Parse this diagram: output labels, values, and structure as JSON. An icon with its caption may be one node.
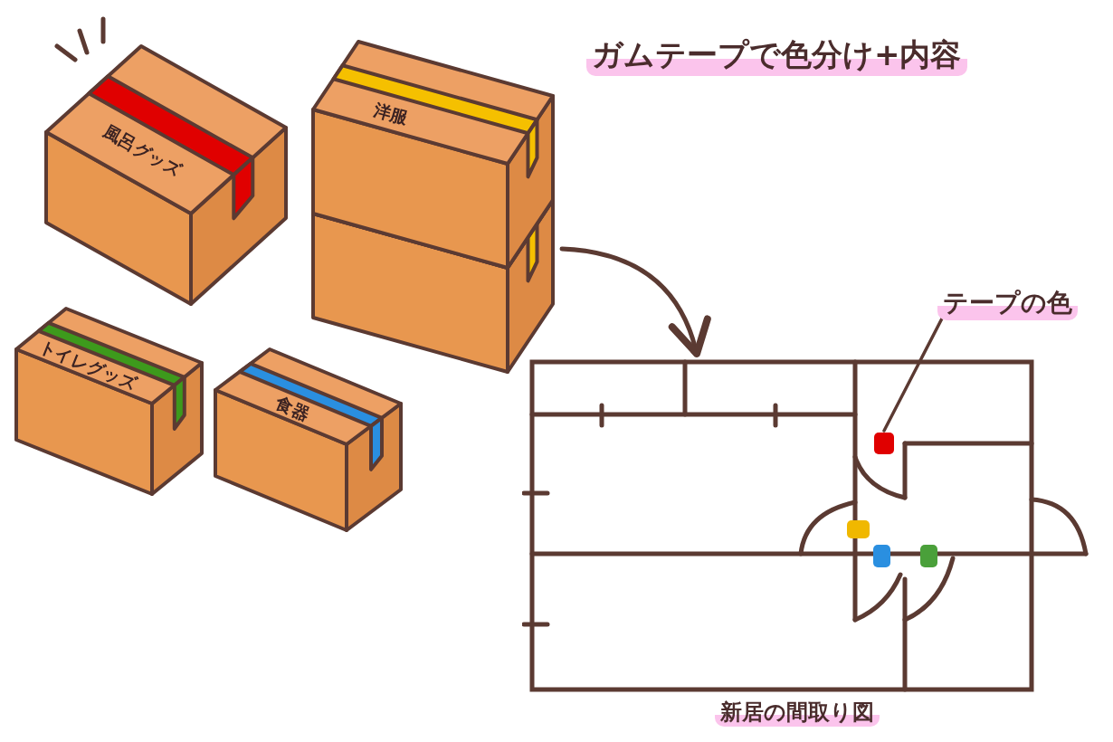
{
  "diagram": {
    "title": "ガムテープで色分け+内容",
    "nodes": [
      {
        "text": [
          "風呂グッズ"
        ]
      },
      {
        "text": [
          "洋服"
        ]
      },
      {
        "text": [
          "トイレグッズ"
        ]
      },
      {
        "text": [
          "食器"
        ]
      },
      {
        "text": [],
        "shape": "picture",
        "beside": [
          "新居の間取り図"
        ]
      },
      {
        "text": [
          "テープの色"
        ]
      },
      {
        "text": [],
        "shape": "box",
        "in": 4
      }
    ],
    "edges": [
      {
        "from": 1,
        "to": 4,
        "arrow": "to"
      },
      {
        "from": 5,
        "to": 6,
        "arrow": "none"
      }
    ]
  }
}
